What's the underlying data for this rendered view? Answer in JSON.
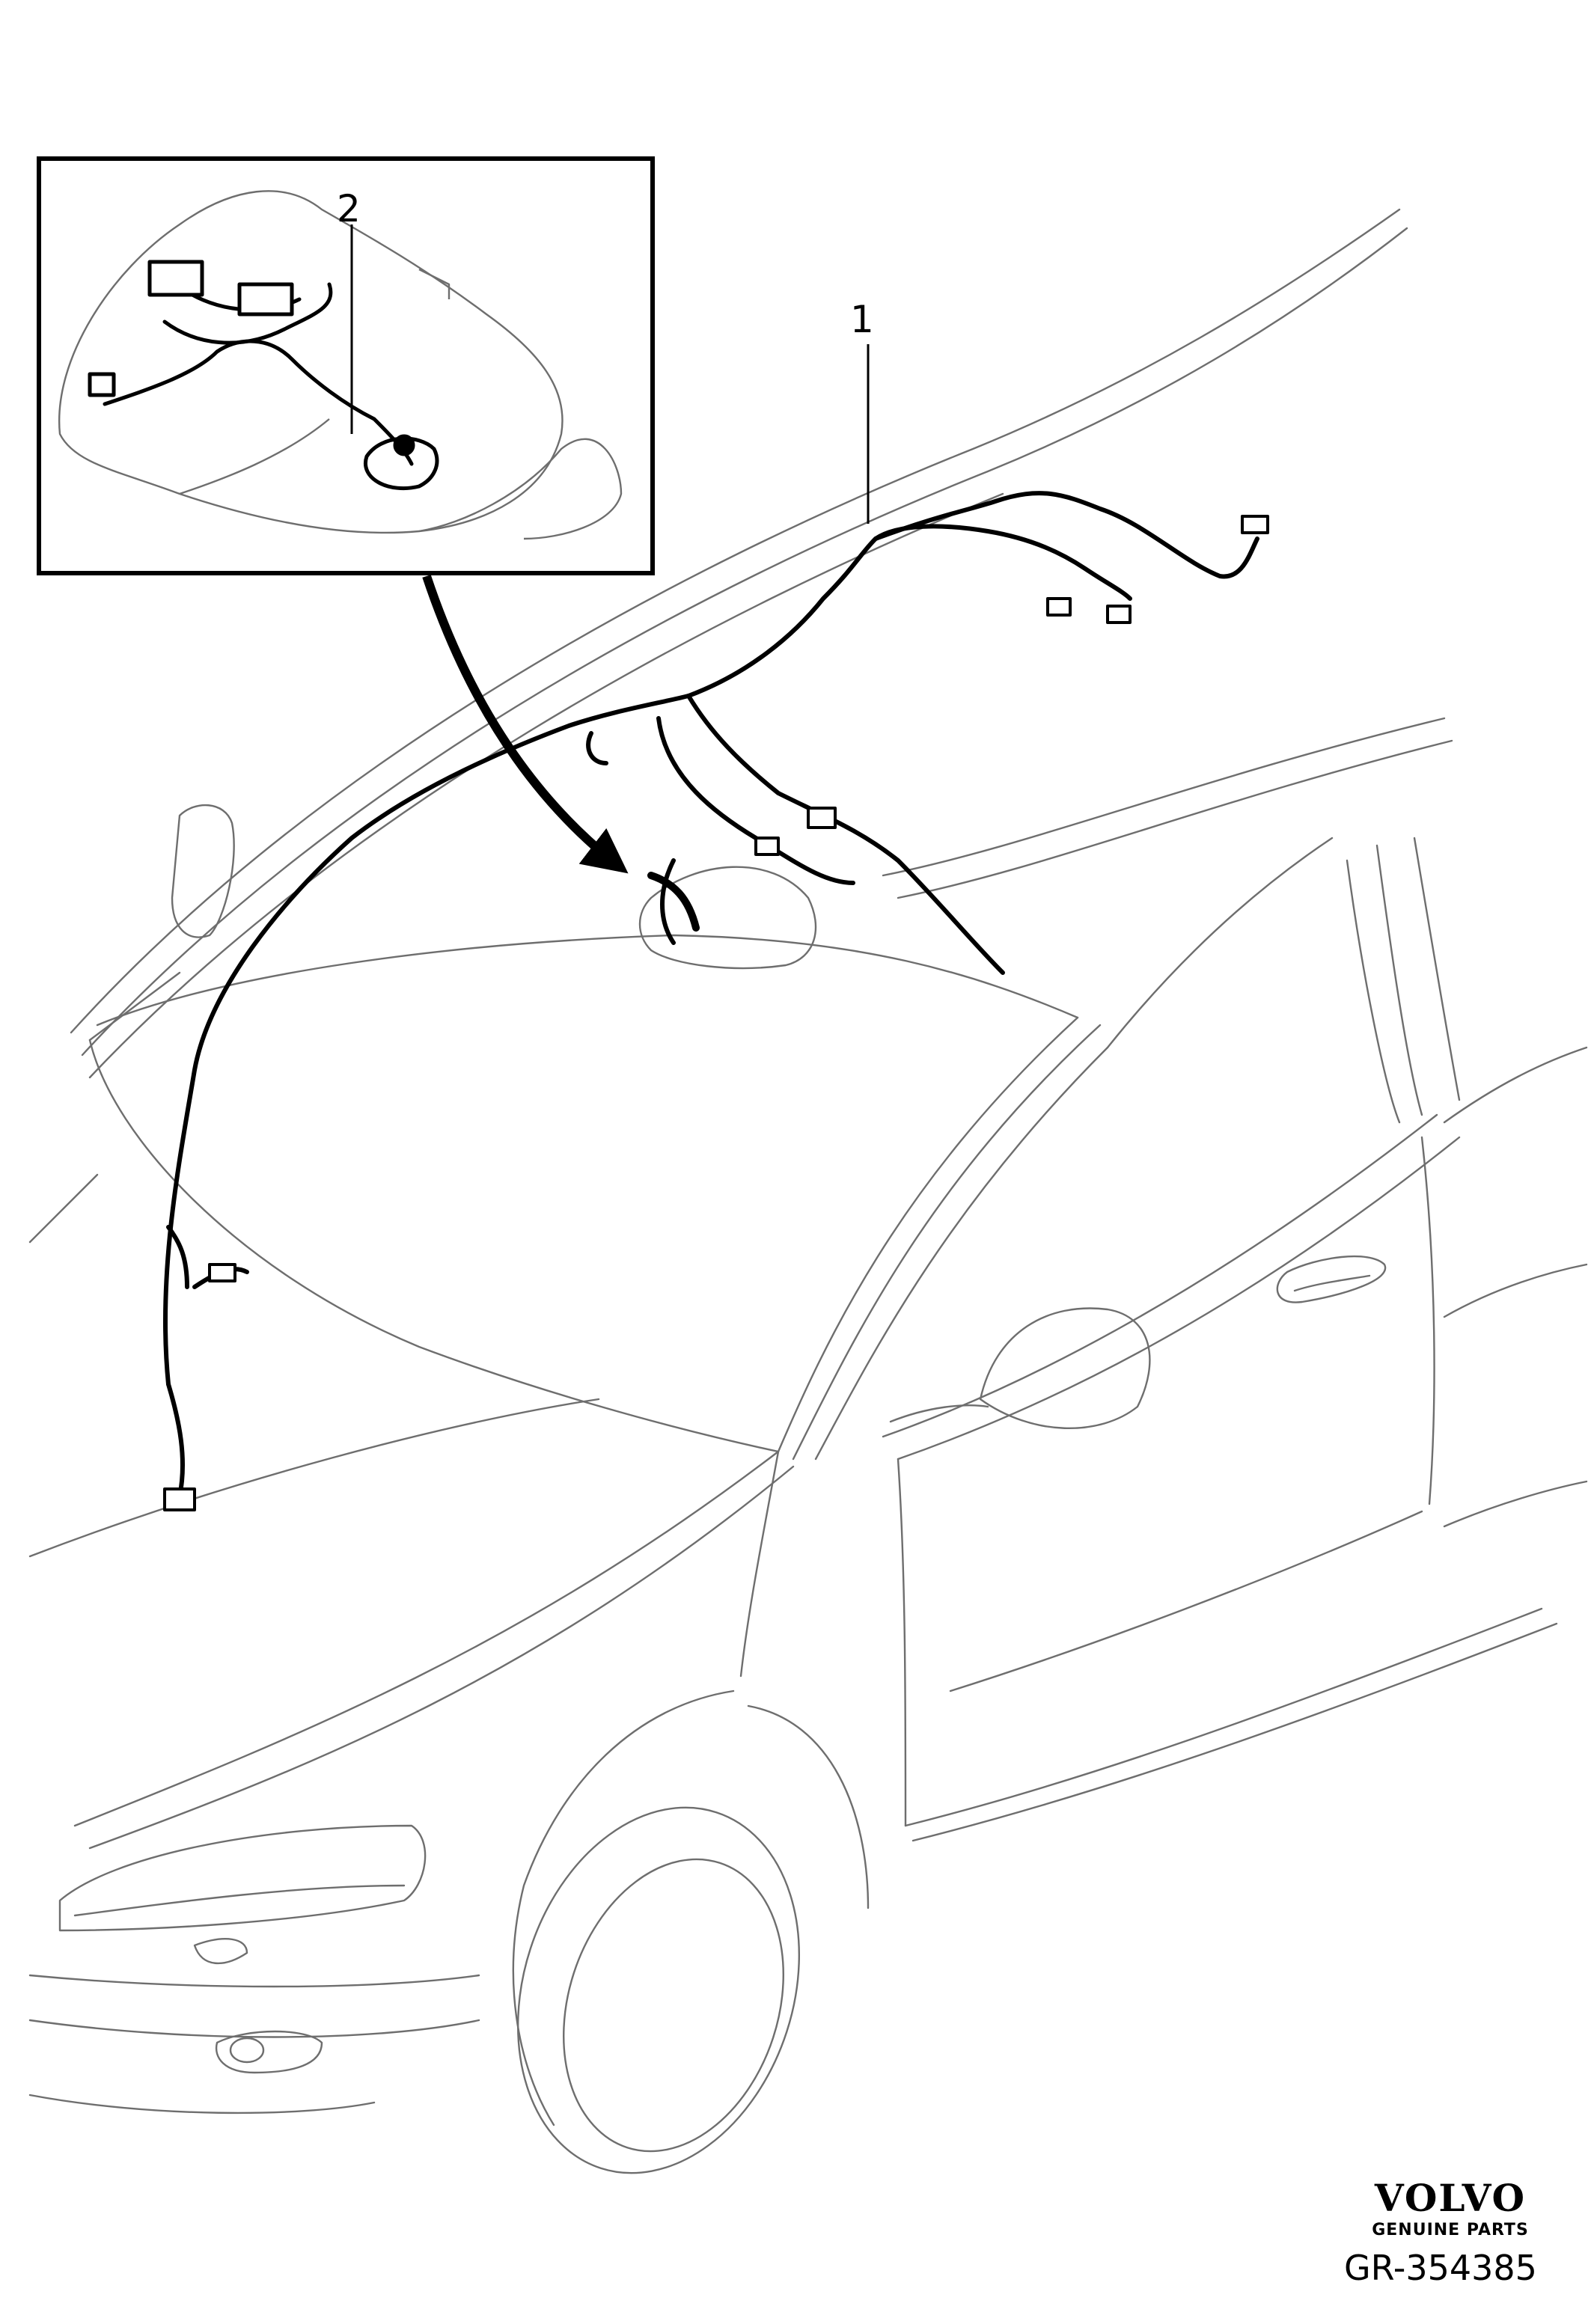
{
  "callouts": [
    {
      "id": "1",
      "label": "1"
    },
    {
      "id": "2",
      "label": "2"
    }
  ],
  "brand": {
    "name": "VOLVO",
    "tagline": "GENUINE PARTS"
  },
  "reference": "GR-354385",
  "colors": {
    "line": "#000000",
    "outline": "#6e6e6e",
    "background": "#ffffff"
  }
}
